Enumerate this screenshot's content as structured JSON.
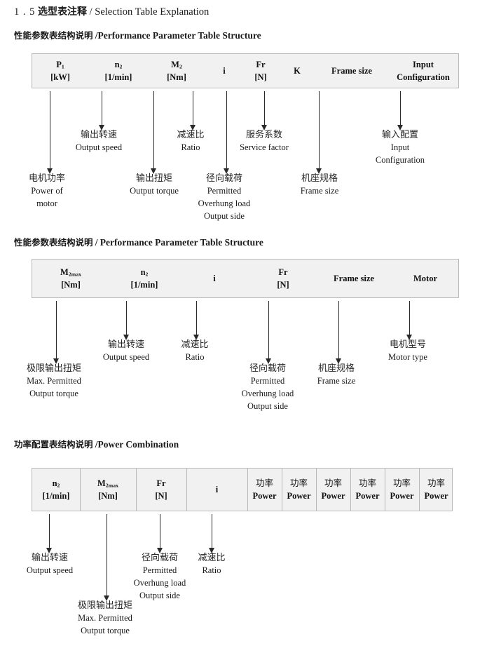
{
  "document": {
    "section_number": "1 . 5",
    "title_cn": "选型表注释",
    "title_sep": "/",
    "title_en": "Selection Table Explanation"
  },
  "sections": [
    {
      "heading_cn": "性能参数表结构说明",
      "heading_sep": "/",
      "heading_en": "Performance Parameter Table Structure",
      "table": {
        "columns": [
          {
            "line1": "P",
            "sub1": "1",
            "line2": "[kW]"
          },
          {
            "line1": "n",
            "sub1": "2",
            "line2": "[1/min]"
          },
          {
            "line1": "M",
            "sub1": "2",
            "line2": "[Nm]"
          },
          {
            "line1": "i",
            "sub1": "",
            "line2": ""
          },
          {
            "line1": "Fr",
            "sub1": "",
            "line2": "[N]"
          },
          {
            "line1": "K",
            "sub1": "",
            "line2": ""
          },
          {
            "line1": "Frame size",
            "sub1": "",
            "line2": ""
          },
          {
            "line1": "Input",
            "sub1": "",
            "line2": "Configuration"
          }
        ]
      },
      "annotations": [
        {
          "cn": "电机功率",
          "en": [
            "Power of",
            "motor"
          ]
        },
        {
          "cn": "输出转速",
          "en": [
            "Output speed"
          ]
        },
        {
          "cn": "输出扭矩",
          "en": [
            "Output torque"
          ]
        },
        {
          "cn": "减速比",
          "en": [
            "Ratio"
          ]
        },
        {
          "cn": "径向载荷",
          "en": [
            "Permitted",
            "Overhung load",
            "Output side"
          ]
        },
        {
          "cn": "服务系数",
          "en": [
            "Service factor"
          ]
        },
        {
          "cn": "机座规格",
          "en": [
            "Frame size"
          ]
        },
        {
          "cn": "输入配置",
          "en": [
            "Input",
            "Configuration"
          ]
        }
      ]
    },
    {
      "heading_cn": "性能参数表结构说明",
      "heading_sep": "/",
      "heading_en": "Performance Parameter Table Structure",
      "table": {
        "columns": [
          {
            "line1": "M",
            "sub1": "2max",
            "line2": "[Nm]"
          },
          {
            "line1": "n",
            "sub1": "2",
            "line2": "[1/min]"
          },
          {
            "line1": "i",
            "sub1": "",
            "line2": ""
          },
          {
            "line1": "Fr",
            "sub1": "",
            "line2": "[N]"
          },
          {
            "line1": "Frame size",
            "sub1": "",
            "line2": ""
          },
          {
            "line1": "Motor",
            "sub1": "",
            "line2": ""
          }
        ]
      },
      "annotations": [
        {
          "cn": "极限输出扭矩",
          "en": [
            "Max. Permitted",
            "Output  torque"
          ]
        },
        {
          "cn": "输出转速",
          "en": [
            "Output speed"
          ]
        },
        {
          "cn": "减速比",
          "en": [
            "Ratio"
          ]
        },
        {
          "cn": "径向载荷",
          "en": [
            "Permitted",
            "Overhung load",
            "Output side"
          ]
        },
        {
          "cn": "机座规格",
          "en": [
            "Frame size"
          ]
        },
        {
          "cn": "电机型号",
          "en": [
            "Motor type"
          ]
        }
      ]
    },
    {
      "heading_cn": "功率配置表结构说明",
      "heading_sep": "/",
      "heading_en": "Power Combination",
      "table": {
        "columns": [
          {
            "line1": "n",
            "sub1": "2",
            "line2": "[1/min]"
          },
          {
            "line1": "M",
            "sub1": "2max",
            "line2": "[Nm]"
          },
          {
            "line1": "Fr",
            "sub1": "",
            "line2": "[N]"
          },
          {
            "line1": "i",
            "sub1": "",
            "line2": ""
          },
          {
            "line1_cn": "功率",
            "line2": "Power"
          },
          {
            "line1_cn": "功率",
            "line2": "Power"
          },
          {
            "line1_cn": "功率",
            "line2": "Power"
          },
          {
            "line1_cn": "功率",
            "line2": "Power"
          },
          {
            "line1_cn": "功率",
            "line2": "Power"
          },
          {
            "line1_cn": "功率",
            "line2": "Power"
          }
        ]
      },
      "annotations": [
        {
          "cn": "输出转速",
          "en": [
            "Output speed"
          ]
        },
        {
          "cn": "极限输出扭矩",
          "en": [
            "Max. Permitted",
            "Output  torque"
          ]
        },
        {
          "cn": "径向载荷",
          "en": [
            "Permitted",
            "Overhung load",
            "Output side"
          ]
        },
        {
          "cn": "减速比",
          "en": [
            "Ratio"
          ]
        }
      ]
    }
  ],
  "colors": {
    "table_fill": "#f1f1f1",
    "table_border": "#b9b9b9",
    "arrow": "#2a2a2a",
    "text": "#1a1a1a"
  }
}
